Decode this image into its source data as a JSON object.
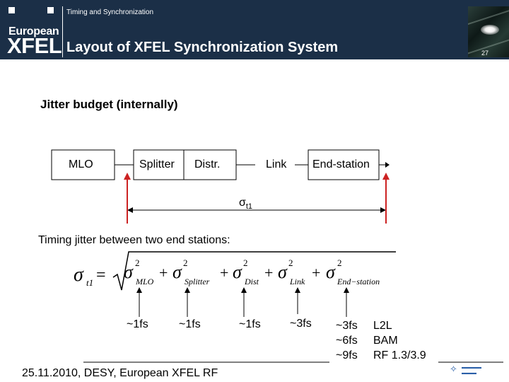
{
  "header": {
    "subtitle": "Timing and Synchronization",
    "title": "Layout of XFEL Synchronization System",
    "page_number": "27",
    "logo_small": "European",
    "logo_big": "XFEL"
  },
  "section": {
    "heading": "Jitter budget (internally)"
  },
  "diagram": {
    "blocks": [
      "MLO",
      "Splitter",
      "Distr.",
      "Link",
      "End-station"
    ],
    "sigma_symbol": "σ",
    "sigma_sub": "t1"
  },
  "formula": {
    "intro": "Timing jitter between two end stations:",
    "lhs": "σ",
    "lhs_sub": "t1",
    "equals": "=",
    "terms": [
      {
        "sub": "MLO",
        "sup": "2"
      },
      {
        "sub": "Splitter",
        "sup": "2"
      },
      {
        "sub": "Dist",
        "sup": "2"
      },
      {
        "sub": "Link",
        "sup": "2"
      },
      {
        "sub": "End−station",
        "sup": "2"
      }
    ],
    "plus": "+"
  },
  "estimates": {
    "mlo": "~1fs",
    "splitter": "~1fs",
    "dist": "~1fs",
    "link": "~3fs",
    "end_station": [
      "~3fs",
      "~6fs",
      "~9fs"
    ],
    "methods": [
      "L2L",
      "BAM",
      "RF 1.3/3.9"
    ]
  },
  "footer": {
    "text": "25.11.2010, DESY, European XFEL RF"
  },
  "colors": {
    "header": "#1b2f47",
    "arrow": "#cc2222"
  }
}
